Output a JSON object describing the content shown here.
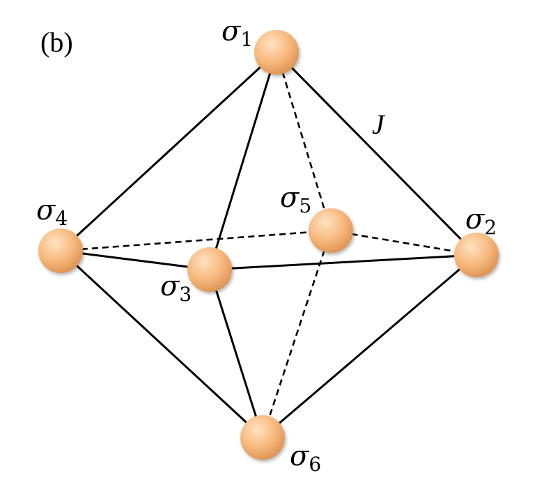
{
  "panel_label": "(b)",
  "coupling_label": "J",
  "node_color": "#f7b87c",
  "node_highlight": "#ffe2c2",
  "node_shadow": "#d98e4e",
  "nodes": [
    {
      "id": "s1",
      "symbol": "σ",
      "sub": "1"
    },
    {
      "id": "s2",
      "symbol": "σ",
      "sub": "2"
    },
    {
      "id": "s3",
      "symbol": "σ",
      "sub": "3"
    },
    {
      "id": "s4",
      "symbol": "σ",
      "sub": "4"
    },
    {
      "id": "s5",
      "symbol": "σ",
      "sub": "5"
    },
    {
      "id": "s6",
      "symbol": "σ",
      "sub": "6"
    }
  ],
  "edges": [
    {
      "from": "s1",
      "to": "s4",
      "style": "solid"
    },
    {
      "from": "s1",
      "to": "s3",
      "style": "solid"
    },
    {
      "from": "s1",
      "to": "s2",
      "style": "solid"
    },
    {
      "from": "s1",
      "to": "s5",
      "style": "dashed"
    },
    {
      "from": "s4",
      "to": "s3",
      "style": "solid"
    },
    {
      "from": "s3",
      "to": "s2",
      "style": "solid"
    },
    {
      "from": "s4",
      "to": "s5",
      "style": "dashed"
    },
    {
      "from": "s5",
      "to": "s2",
      "style": "dashed"
    },
    {
      "from": "s4",
      "to": "s6",
      "style": "solid"
    },
    {
      "from": "s3",
      "to": "s6",
      "style": "solid"
    },
    {
      "from": "s2",
      "to": "s6",
      "style": "solid"
    },
    {
      "from": "s5",
      "to": "s6",
      "style": "dashed"
    }
  ]
}
